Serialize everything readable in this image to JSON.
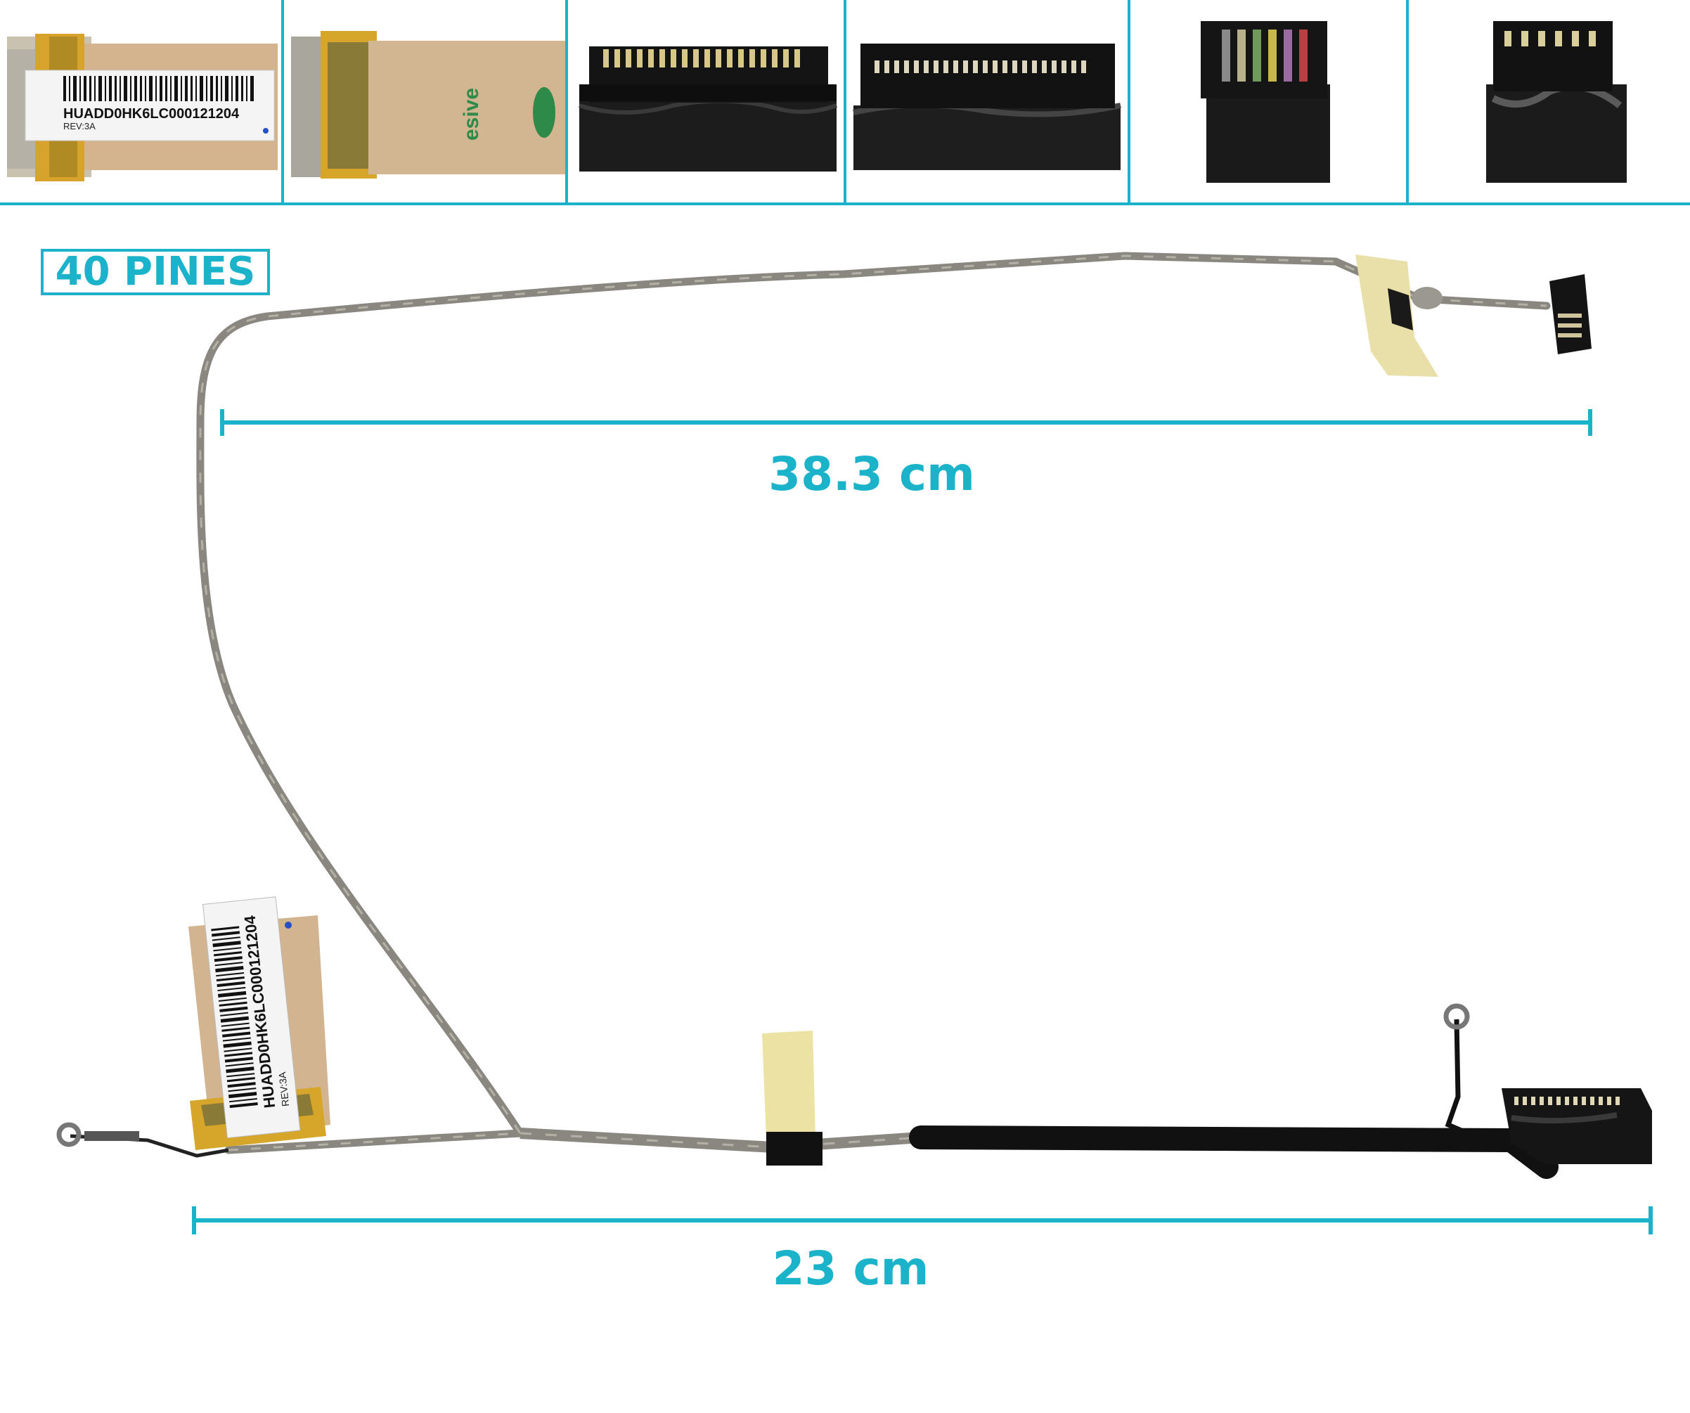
{
  "header": {
    "pins_label": "40 PINES"
  },
  "thumbnails": [
    {
      "name": "lcd-connector-label-front",
      "label_text": "HUADD0HK6LC000121204",
      "rev_text": "REV:3A"
    },
    {
      "name": "lcd-connector-back",
      "adhesive_text": "esive"
    },
    {
      "name": "board-connector-top"
    },
    {
      "name": "board-connector-pins"
    },
    {
      "name": "camera-connector-side"
    },
    {
      "name": "camera-connector-top"
    }
  ],
  "product": {
    "label_text": "HUADD0HK6LC000121204",
    "rev_text": "REV:3A"
  },
  "dimensions": {
    "upper_length": "38.3 cm",
    "lower_length": "23 cm"
  },
  "colors": {
    "accent": "#1ab3c9",
    "cable": "#8a8780",
    "black_sleeve": "#111111",
    "tape": "#e9dfa8",
    "connector_gold": "#caa03a"
  }
}
